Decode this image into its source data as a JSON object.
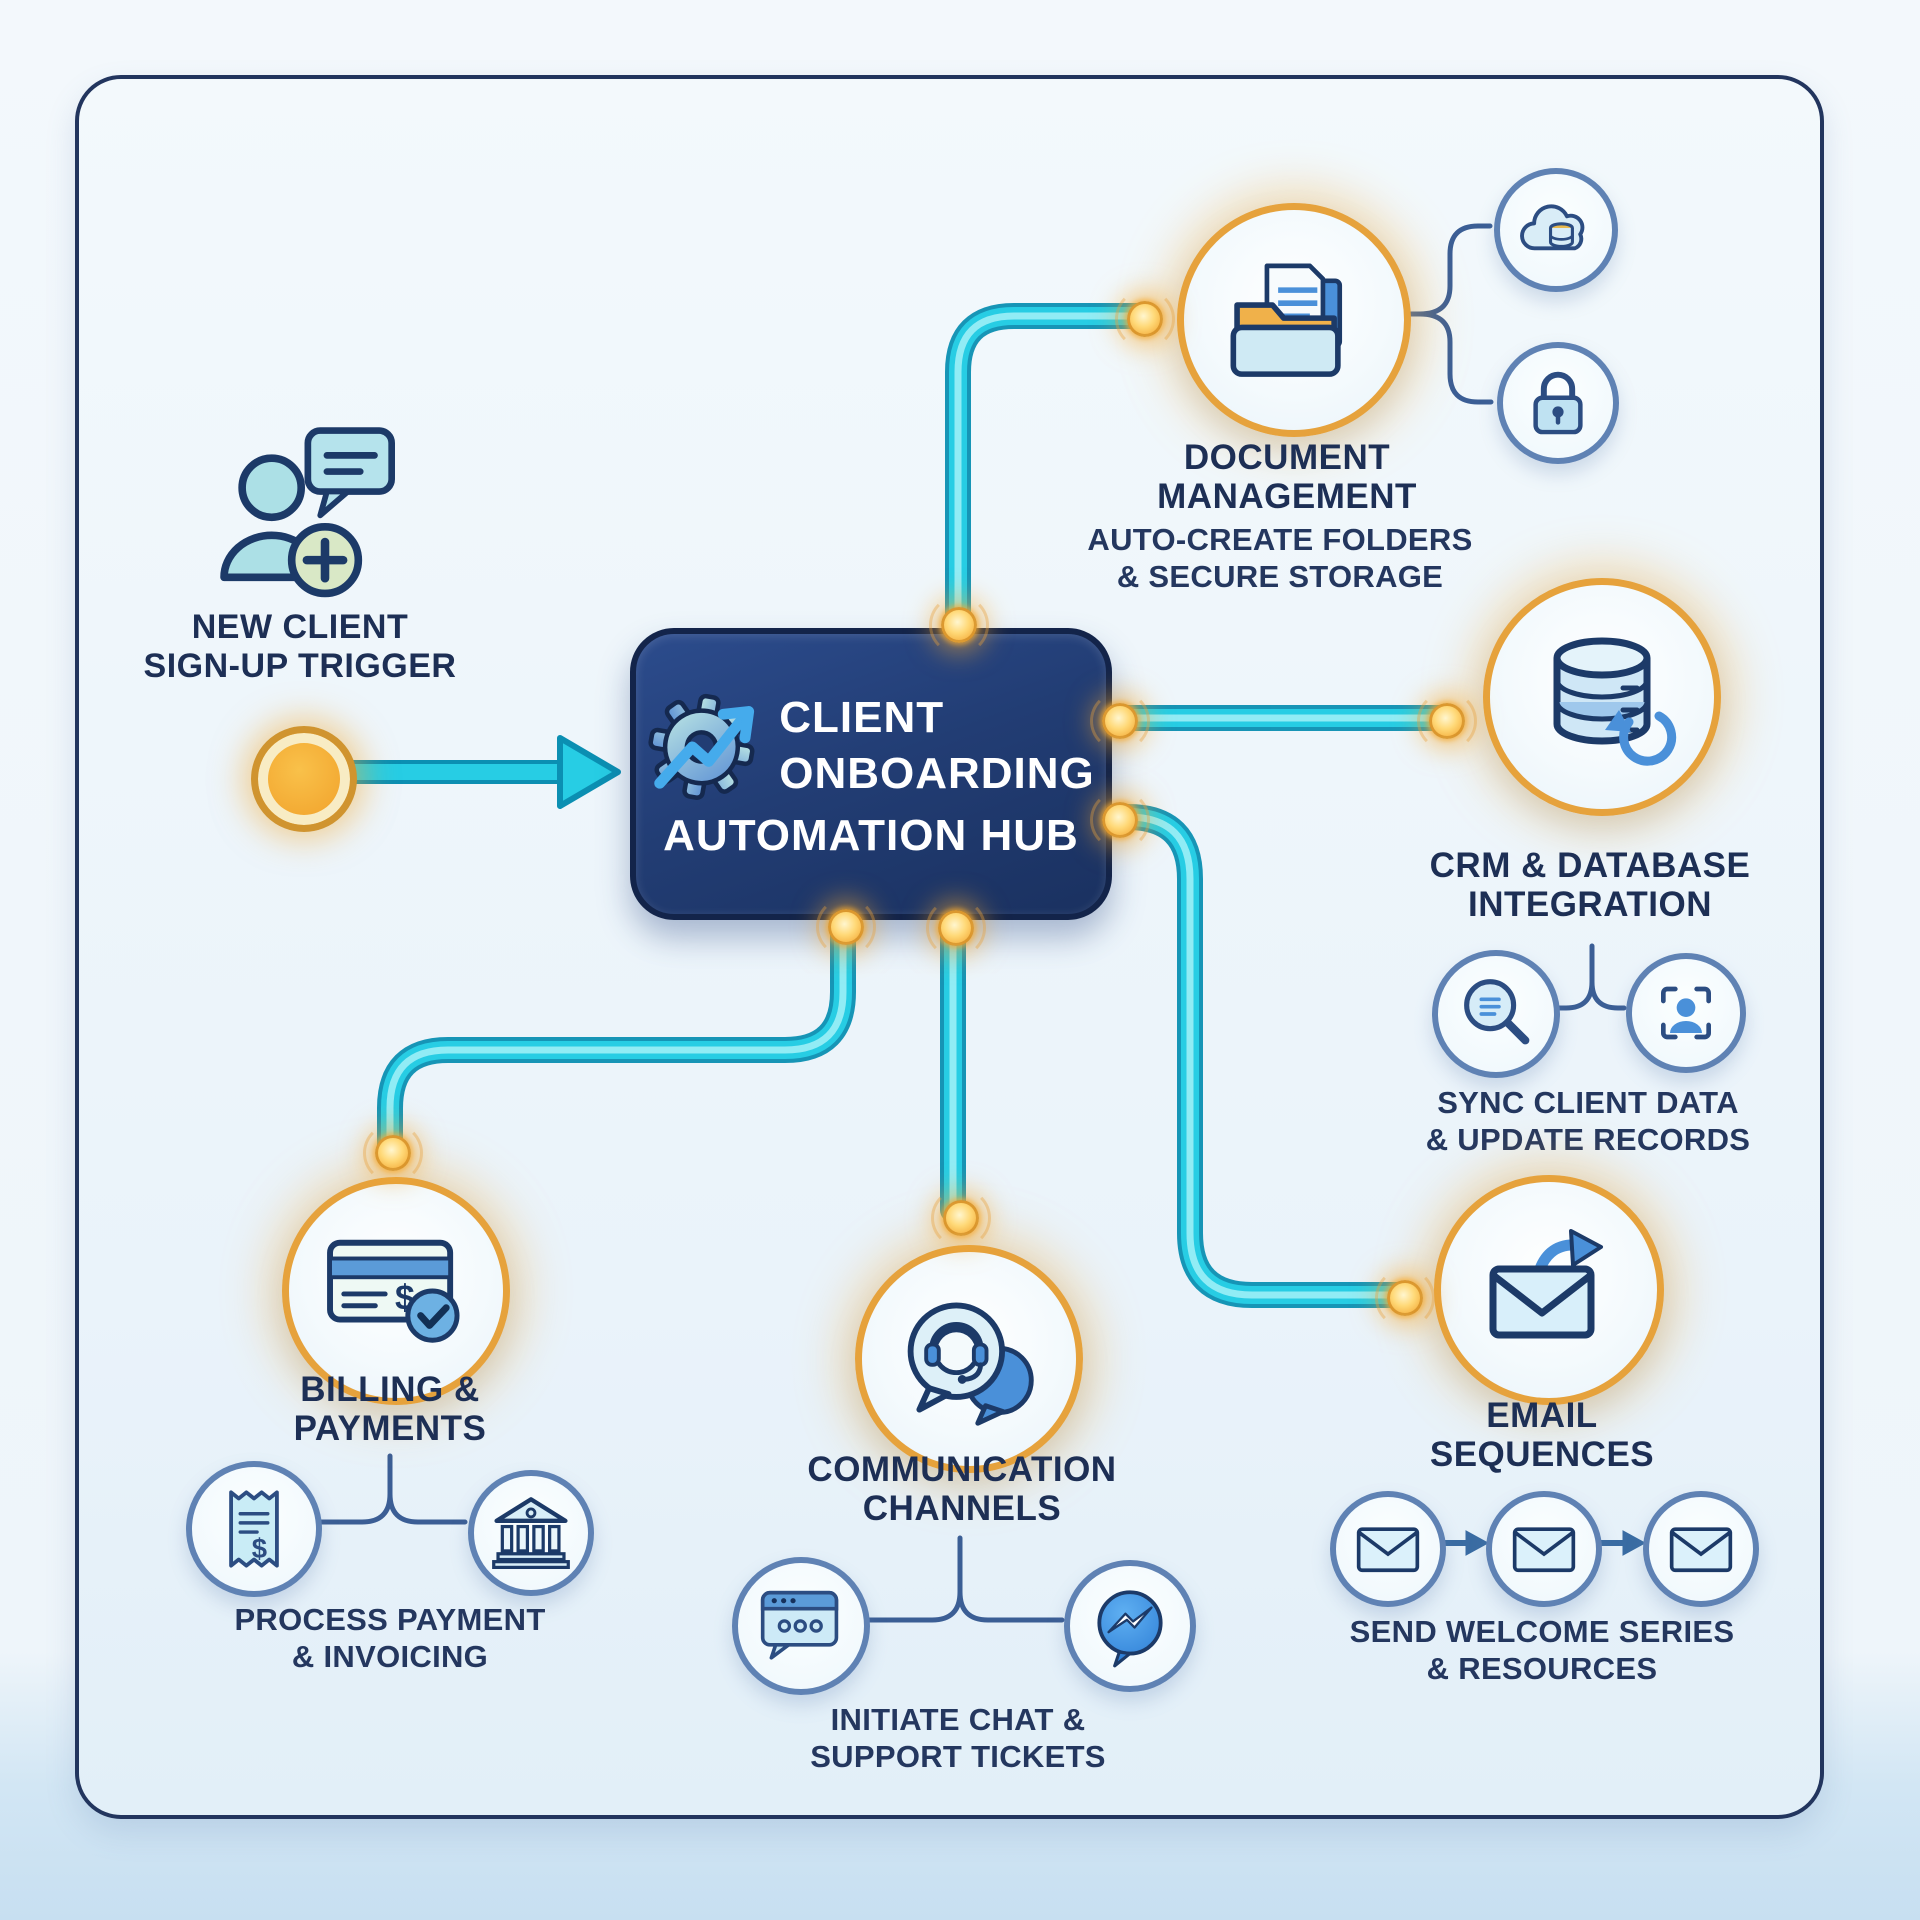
{
  "diagram": {
    "trigger": {
      "label": "NEW CLIENT\nSIGN-UP TRIGGER",
      "icon": "new-client-person-add-icon"
    },
    "hub": {
      "line1": "CLIENT",
      "line2": "ONBOARDING",
      "line3": "AUTOMATION HUB",
      "icon": "gear-growth-arrow-icon"
    },
    "document": {
      "title": "DOCUMENT\nMANAGEMENT",
      "subtitle": "AUTO-CREATE FOLDERS\n& SECURE STORAGE",
      "icon": "folder-documents-icon",
      "satellites": [
        "cloud-database-icon",
        "lock-icon"
      ]
    },
    "crm": {
      "title": "CRM & DATABASE\nINTEGRATION",
      "subtitle": "SYNC CLIENT DATA\n& UPDATE RECORDS",
      "icon": "database-sync-icon",
      "satellites": [
        "search-records-icon",
        "contact-frame-icon"
      ]
    },
    "email": {
      "title": "EMAIL\nSEQUENCES",
      "subtitle": "SEND WELCOME SERIES\n& RESOURCES",
      "icon": "envelope-send-icon",
      "satellites": [
        "envelope-icon",
        "envelope-icon",
        "envelope-icon"
      ]
    },
    "communication": {
      "title": "COMMUNICATION\nCHANNELS",
      "subtitle": "INITIATE CHAT &\nSUPPORT TICKETS",
      "icon": "support-chat-headset-icon",
      "satellites": [
        "chat-window-icon",
        "messenger-icon"
      ]
    },
    "billing": {
      "title": "BILLING &\nPAYMENTS",
      "subtitle": "PROCESS PAYMENT\n& INVOICING",
      "icon": "credit-card-check-icon",
      "satellites": [
        "receipt-icon",
        "bank-icon"
      ]
    },
    "colors": {
      "hub_fill": "#223d74",
      "tube_cyan": "#27cde4",
      "glow_orange": "#f2a42e",
      "node_ring": "#e6a23c",
      "satellite_ring": "#5f82b4",
      "text_navy": "#1d2f55",
      "background": "#eef5fa"
    }
  }
}
